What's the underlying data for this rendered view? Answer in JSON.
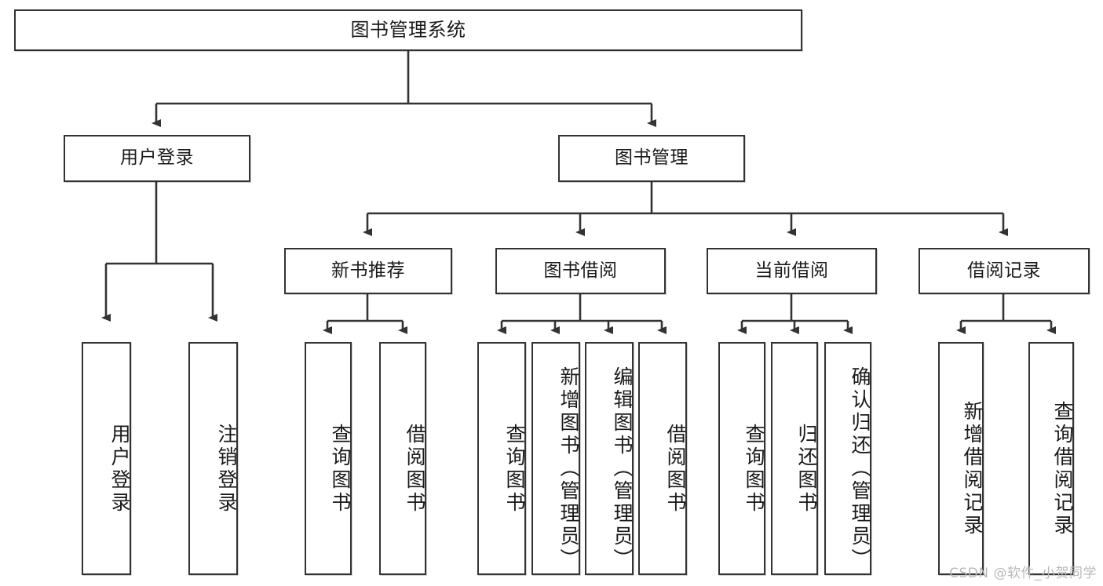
{
  "diagram": {
    "title": "图书管理系统",
    "root": {
      "label": "图书管理系统"
    },
    "level2": [
      {
        "label": "用户登录"
      },
      {
        "label": "图书管理"
      }
    ],
    "level3": [
      {
        "label": "新书推荐"
      },
      {
        "label": "图书借阅"
      },
      {
        "label": "当前借阅"
      },
      {
        "label": "借阅记录"
      }
    ],
    "leaves": {
      "user_login": [
        {
          "label": "用户登录"
        },
        {
          "label": "注销登录"
        }
      ],
      "new_book_recommend": [
        {
          "label": "查询图书"
        },
        {
          "label": "借阅图书"
        }
      ],
      "book_borrow": [
        {
          "label": "查询图书"
        },
        {
          "label": "新增图书（管理员）"
        },
        {
          "label": "编辑图书（管理员）"
        },
        {
          "label": "借阅图书"
        }
      ],
      "current_borrow": [
        {
          "label": "查询图书"
        },
        {
          "label": "归还图书"
        },
        {
          "label": "确认归还（管理员）"
        }
      ],
      "borrow_record": [
        {
          "label": "新增借阅记录"
        },
        {
          "label": "查询借阅记录"
        }
      ]
    }
  },
  "watermark": {
    "text": "CSDN @软件_小贺同学"
  },
  "colors": {
    "stroke": "#333333",
    "box_fill": "#ffffff",
    "text": "#1a1a1a",
    "watermark": "#b9b9b9",
    "background": "#ffffff"
  }
}
